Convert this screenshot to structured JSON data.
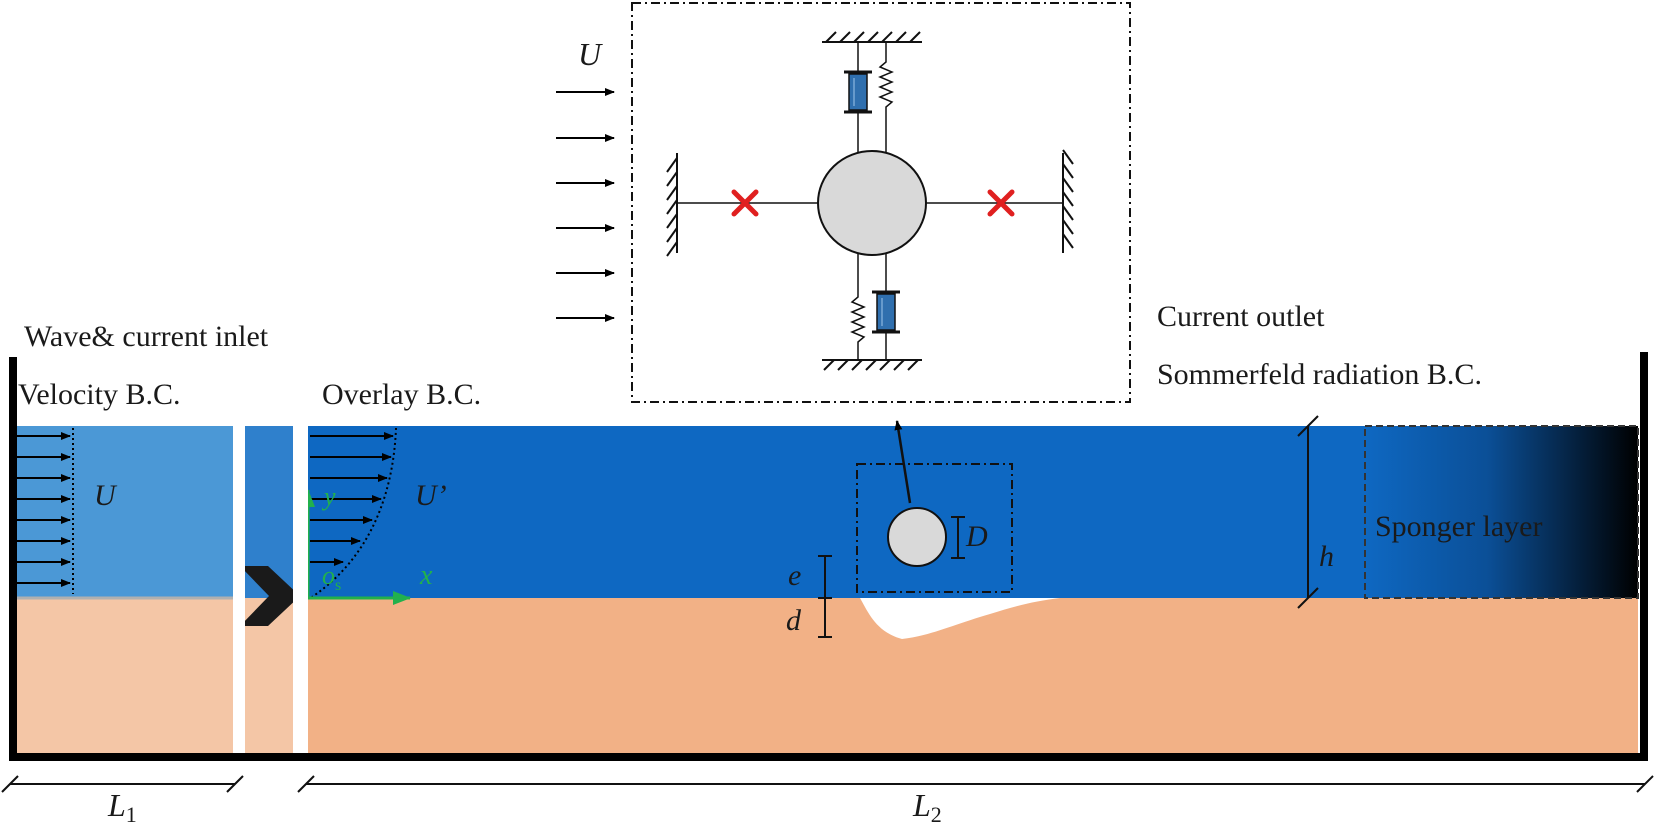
{
  "labels": {
    "inlet_title": "Wave& current inlet",
    "inlet_bc": "Velocity B.C.",
    "overlay_bc": "Overlay B.C.",
    "outlet_title": "Current outlet",
    "outlet_bc": "Sommerfeld radiation B.C.",
    "sponge": "Sponger layer"
  },
  "symbols": {
    "inset_velocity": "U",
    "inlet_velocity": "U",
    "overlay_velocity": "U’",
    "axis_y": "y",
    "axis_x": "x",
    "origin": "o",
    "origin_sub": "s",
    "diameter": "D",
    "gap": "e",
    "scour_depth": "d",
    "water_depth": "h",
    "length_1": "L",
    "length_1_sub": "1",
    "length_2": "L",
    "length_2_sub": "2"
  },
  "colors": {
    "water_inlet": "#4b98d6",
    "water_main": "#0e68c2",
    "water_gap": "#2f80cc",
    "sediment_inlet": "#f4c6a6",
    "sediment_main": "#f2b186",
    "cylinder": "#d9d9d9",
    "axes": "#22b14c",
    "fixed_marker": "#e02020",
    "damper": "#2f6fae"
  }
}
